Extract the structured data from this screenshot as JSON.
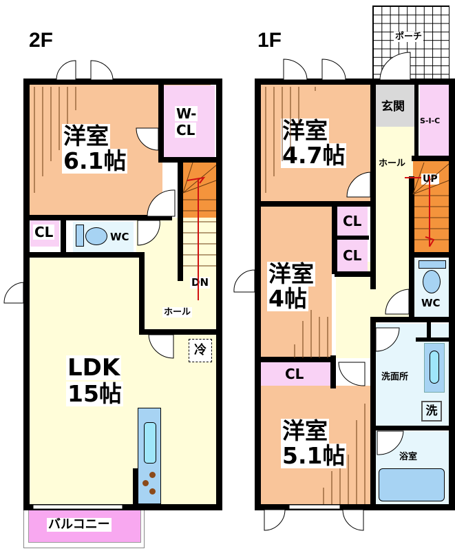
{
  "colors": {
    "western_room": "#F9C59A",
    "closet": "#F9D2F5",
    "ldk_hall": "#FFFDD9",
    "wet_area": "#E6F6FC",
    "stairs": "#F4943C",
    "entrance": "#D9D9D9",
    "balcony": "#F8A8F0",
    "fixture_blue": "#A7D3F3",
    "wall": "#000000"
  },
  "floor_2f": {
    "label": "2F",
    "rooms": {
      "western_room": {
        "name": "洋室",
        "size": "6.1帖"
      },
      "walk_in_closet": {
        "line1": "W-",
        "line2": "CL"
      },
      "closet": "CL",
      "toilet": "WC",
      "stairs": "DN",
      "hall": "ホール",
      "fridge": "冷",
      "ldk": {
        "name": "LDK",
        "size": "15帖"
      },
      "balcony": "バルコニー"
    }
  },
  "floor_1f": {
    "label": "1F",
    "rooms": {
      "porch": "ポーチ",
      "entrance": "玄関",
      "shoe_closet": "S-I-C",
      "hall": "ホール",
      "stairs": "UP",
      "western_room_a": {
        "name": "洋室",
        "size": "4.7帖"
      },
      "closet_a": "CL",
      "closet_b": "CL",
      "western_room_b": {
        "name": "洋室",
        "size": "4帖"
      },
      "toilet": "WC",
      "closet_c": "CL",
      "washroom": "洗面所",
      "washer": "洗",
      "western_room_c": {
        "name": "洋室",
        "size": "5.1帖"
      },
      "bathroom": "浴室"
    }
  }
}
